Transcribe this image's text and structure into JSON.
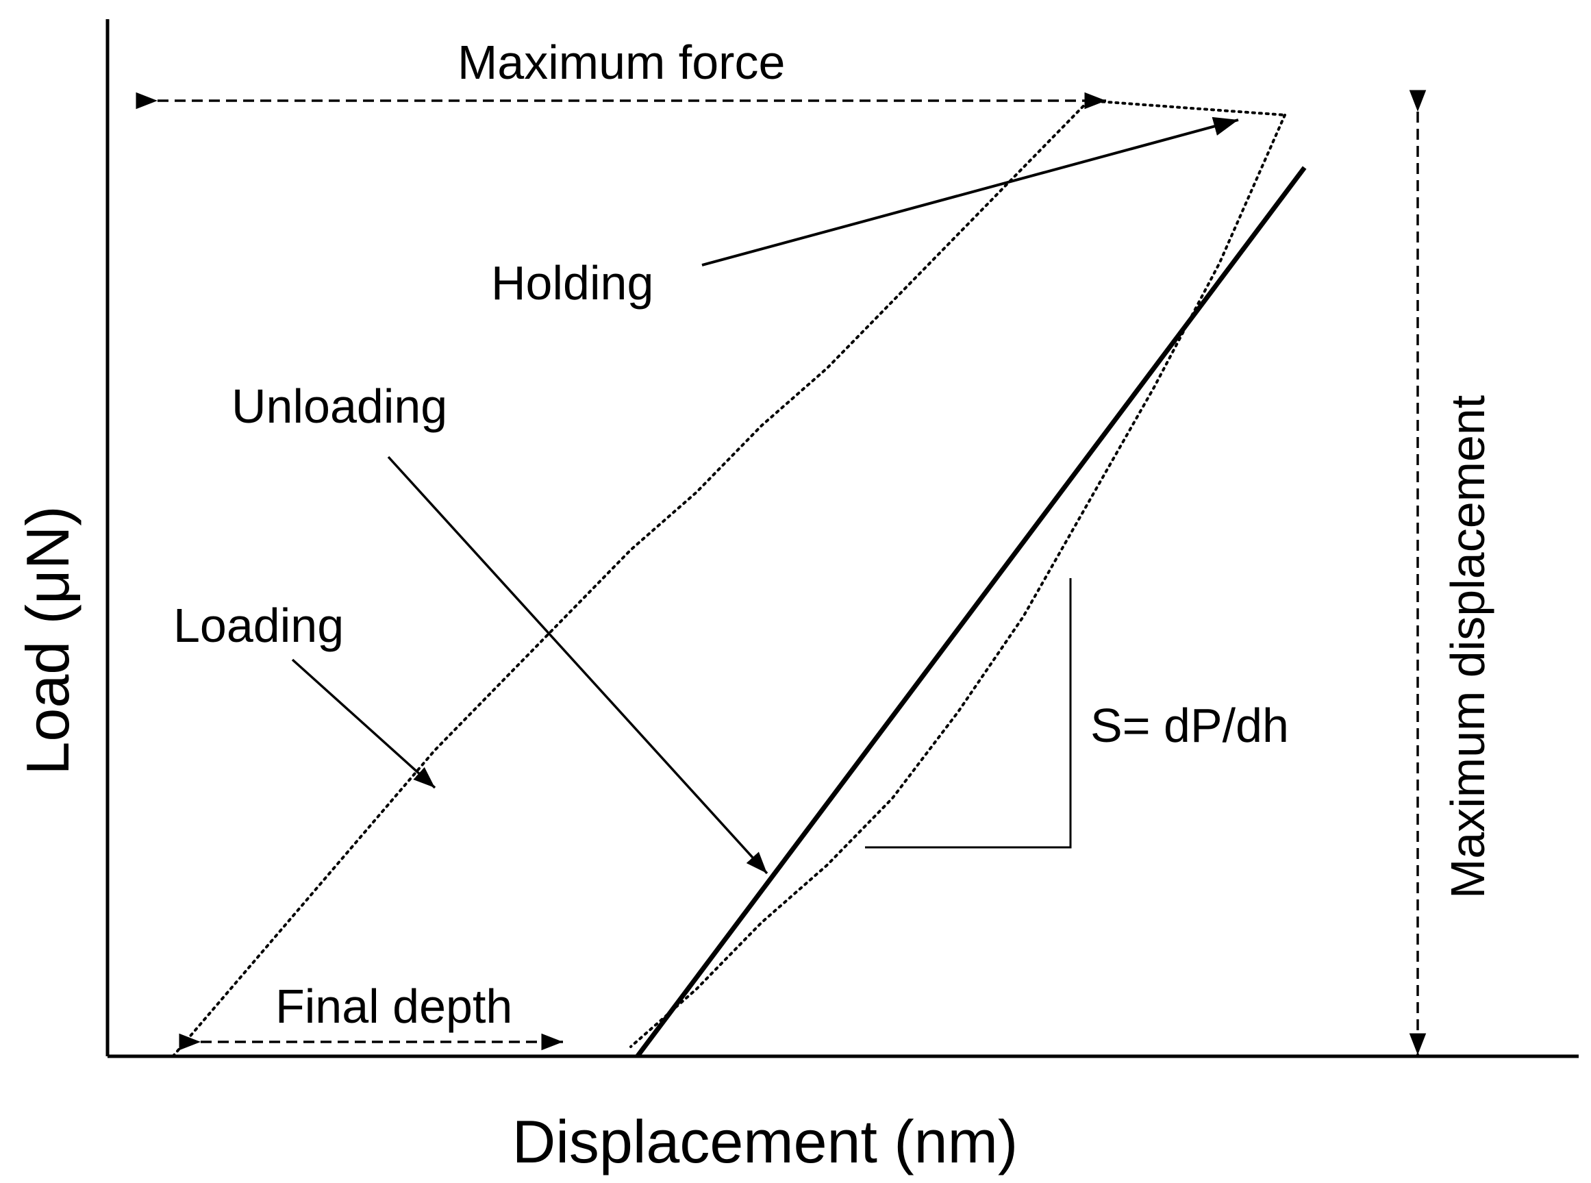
{
  "chart_data": {
    "type": "line",
    "title": "",
    "xlabel": "Displacement (nm)",
    "ylabel": "Load (μN)",
    "xlim": [
      0,
      100
    ],
    "ylim": [
      0,
      100
    ],
    "axis_ticks": false,
    "grid": false,
    "series": [
      {
        "key": "loading",
        "style": "dotted",
        "x": [
          5,
          10,
          15,
          20,
          25,
          30,
          35,
          40,
          45,
          50,
          55,
          60,
          65,
          70,
          75
        ],
        "y": [
          0,
          8,
          16,
          24,
          32,
          39,
          46,
          53,
          59,
          66,
          72,
          79,
          86,
          93,
          100
        ]
      },
      {
        "key": "holding",
        "style": "dotted",
        "x": [
          75,
          80,
          85,
          90
        ],
        "y": [
          100,
          99.5,
          99,
          98.5
        ]
      },
      {
        "key": "unloading",
        "style": "dotted",
        "x": [
          90,
          85,
          80,
          75,
          70,
          65,
          60,
          55,
          50,
          45,
          40
        ],
        "y": [
          98.5,
          83,
          70,
          58,
          46,
          36,
          27,
          20,
          14,
          7,
          1
        ]
      },
      {
        "key": "unloading_fit",
        "style": "solid-thick",
        "x": [
          40.5,
          91.5
        ],
        "y": [
          0,
          93
        ]
      }
    ],
    "annotations": {
      "maximum_force": "Maximum force",
      "holding": "Holding",
      "unloading": "Unloading",
      "loading": "Loading",
      "final_depth": "Final depth",
      "stiffness": "S= dP/dh",
      "maximum_displacement": "Maximum displacement"
    },
    "colors": {
      "ink": "#000000",
      "background": "#ffffff"
    }
  }
}
